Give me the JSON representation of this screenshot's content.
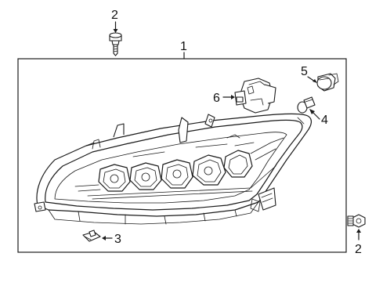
{
  "diagram": {
    "callouts": {
      "top_left_fastener": "2",
      "headlamp_assembly": "1",
      "top_bulb": "5",
      "bulb_socket": "6",
      "small_bulb": "4",
      "clip_nut": "3",
      "right_fastener": "2"
    }
  }
}
